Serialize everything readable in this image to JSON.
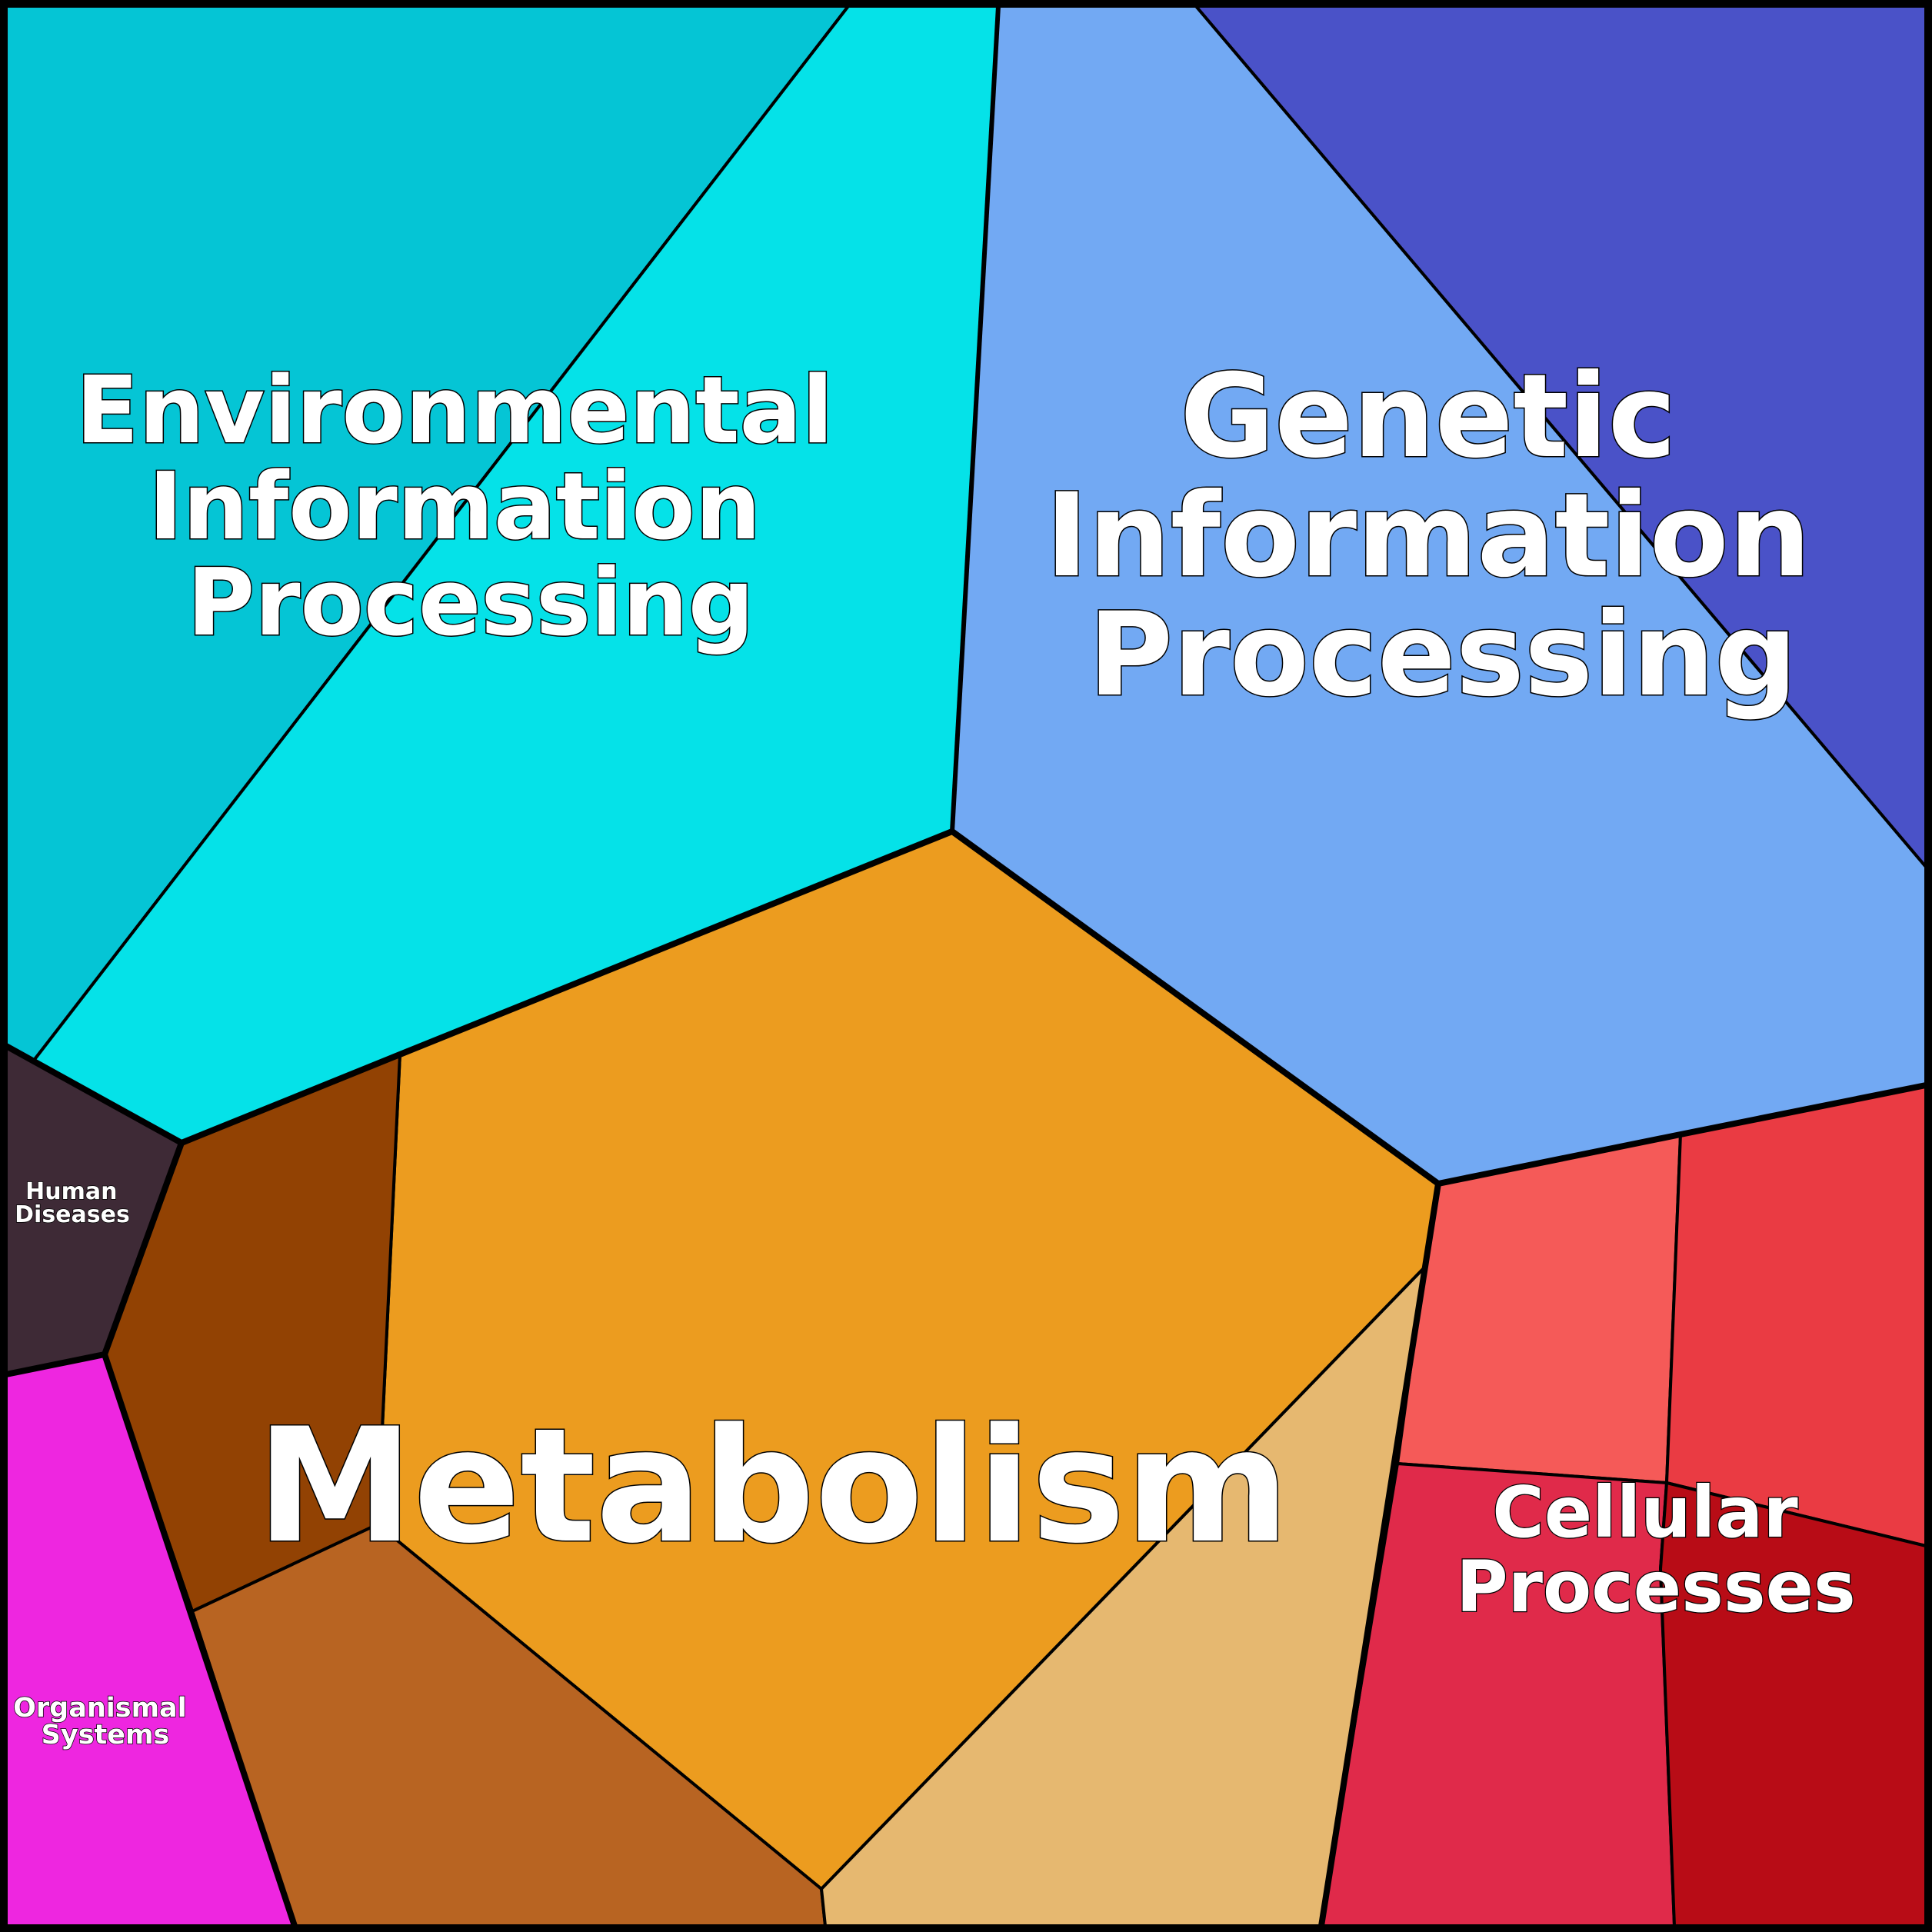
{
  "diagram": {
    "categories": [
      {
        "id": "environmental",
        "label_lines": [
          "Environmental",
          "Information",
          "Processing"
        ],
        "colors": [
          "#05c5d5",
          "#05e2e8"
        ]
      },
      {
        "id": "genetic",
        "label_lines": [
          "Genetic",
          "Information",
          "Processing"
        ],
        "colors": [
          "#72a9f3",
          "#4a52c8"
        ]
      },
      {
        "id": "metabolism",
        "label_lines": [
          "Metabolism"
        ],
        "colors": [
          "#ec9c1f",
          "#924203",
          "#b86422",
          "#e6b870"
        ]
      },
      {
        "id": "cellular",
        "label_lines": [
          "Cellular",
          "Processes"
        ],
        "colors": [
          "#f55a58",
          "#ea3b43",
          "#e02a4a",
          "#b80c16"
        ]
      },
      {
        "id": "human-diseases",
        "label_lines": [
          "Human",
          "Diseases"
        ],
        "colors": [
          "#3e2a36"
        ]
      },
      {
        "id": "organismal",
        "label_lines": [
          "Organismal",
          "Systems"
        ],
        "colors": [
          "#ee26e0"
        ]
      }
    ],
    "border_color": "#000000"
  }
}
